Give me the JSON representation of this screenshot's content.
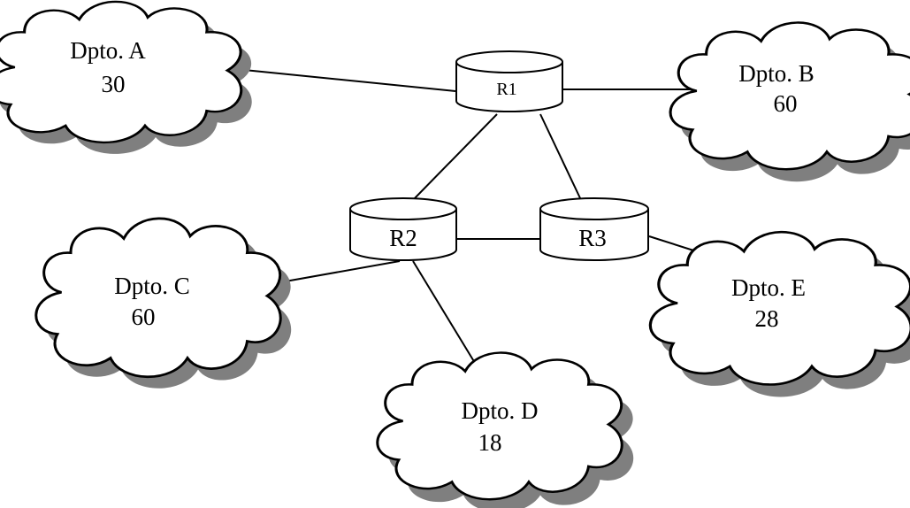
{
  "routers": {
    "r1": {
      "label": "R1"
    },
    "r2": {
      "label": "R2"
    },
    "r3": {
      "label": "R3"
    }
  },
  "departments": {
    "a": {
      "name": "Dpto. A",
      "hosts": "30"
    },
    "b": {
      "name": "Dpto. B",
      "hosts": "60"
    },
    "c": {
      "name": "Dpto. C",
      "hosts": "60"
    },
    "d": {
      "name": "Dpto. D",
      "hosts": "18"
    },
    "e": {
      "name": "Dpto. E",
      "hosts": "28"
    }
  },
  "links": [
    [
      "dpto-a",
      "r1"
    ],
    [
      "r1",
      "dpto-b"
    ],
    [
      "r1",
      "r2"
    ],
    [
      "r1",
      "r3"
    ],
    [
      "r2",
      "r3"
    ],
    [
      "r2",
      "dpto-c"
    ],
    [
      "r2",
      "dpto-d"
    ],
    [
      "r3",
      "dpto-e"
    ]
  ]
}
